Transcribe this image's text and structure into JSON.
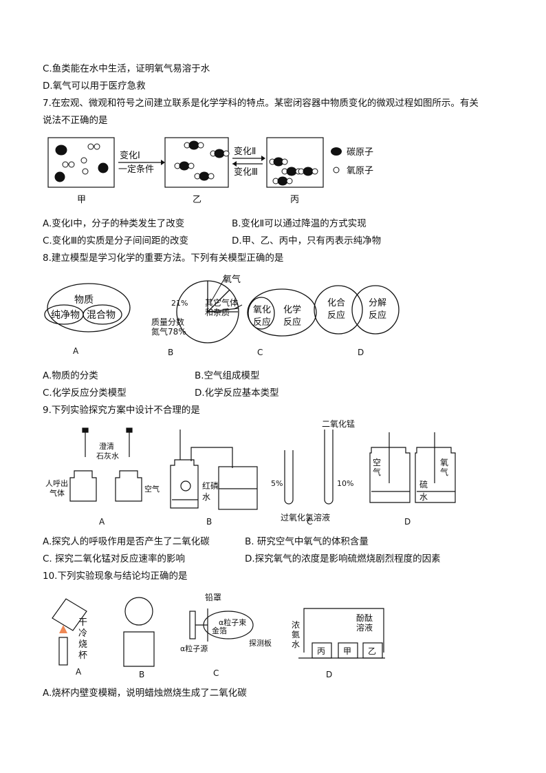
{
  "lines": {
    "l1": "C.鱼类能在水中生活，证明氧气易溶于水",
    "l2": "D.氧气可以用于医疗急救",
    "q7a": "7.在宏观、微观和符号之间建立联系是化学学科的特点。某密闭容器中物质变化的微观过程如图所示。有关",
    "q7b": "说法不正确的是",
    "q7A": "A.变化Ⅰ中，分子的种类发生了改变",
    "q7B": "B.变化Ⅱ可以通过降温的方式实现",
    "q7C": "C.变化Ⅲ的实质是分子间间距的改变",
    "q7D": "D.甲、乙、丙中，只有丙表示纯净物",
    "q8": "8.建立模型是学习化学的重要方法。下列有关模型正确的是",
    "q8A": "A.物质的分类",
    "q8B": "B.空气组成模型",
    "q8C": "C.化学反应分类模型",
    "q8D": "D.化学反应基本类型",
    "q9": "9.下列实验探究方案中设计不合理的是",
    "q9A": "A.探究人的呼吸作用是否产生了二氧化碳",
    "q9B": "B. 研究空气中氧气的体积含量",
    "q9C": "C. 探究二氧化锰对反应速率的影响",
    "q9D": "D.探究氧气的浓度是影响硫燃烧剧烈程度的因素",
    "q10": "10.下列实验现象与结论均正确的是",
    "q10A": "A.烧杯内壁变模糊，说明蜡烛燃烧生成了二氧化碳"
  },
  "fig7": {
    "jia": "甲",
    "yi": "乙",
    "bing": "丙",
    "change1": "变化Ⅰ",
    "cond": "一定条件",
    "change2": "变化Ⅱ",
    "change3": "变化Ⅲ",
    "carbon": "碳原子",
    "oxygen": "氧原子"
  },
  "fig8": {
    "A_outer": "物质",
    "A_pure": "纯净物",
    "A_mix": "混合物",
    "B_o2": "氧气",
    "B_21": "21%",
    "B_other": "其它气体",
    "B_other2": "和杂质",
    "B_mass": "质量分数",
    "B_n2": "氮气78%",
    "C_ox": "氧化",
    "C_ox2": "反应",
    "C_chem": "化学",
    "C_chem2": "反应",
    "D_comb": "化合",
    "D_comb2": "反应",
    "D_dec": "分解",
    "D_dec2": "反应",
    "A": "A",
    "B": "B",
    "C": "C",
    "D": "D"
  },
  "fig9": {
    "limewater": "澄清",
    "limewater2": "石灰水",
    "breath": "人呼出",
    "breath2": "气体",
    "air": "空气",
    "red_p": "红磷",
    "water": "水",
    "mno2": "二氧化锰",
    "p5": "5%",
    "p10": "10%",
    "h2o2": "过氧化氢溶液",
    "airD": "空",
    "airD2": "气",
    "o2D": "氧",
    "o2D2": "气",
    "sulfur": "硫",
    "waterD": "水",
    "A": "A",
    "B": "B",
    "C": "C",
    "D": "D"
  },
  "fig10": {
    "dry": "干",
    "cold": "冷",
    "burn": "烧",
    "cup": "杯",
    "lead": "铅罩",
    "alpha_beam": "α粒子束",
    "gold": "金箔",
    "alpha_src": "α粒子源",
    "detector": "探测板",
    "ammonia": "浓",
    "ammonia2": "氨",
    "ammonia3": "水",
    "phenol": "酚酞",
    "phenol2": "溶液",
    "b_bing": "丙",
    "b_jia": "甲",
    "b_yi": "乙",
    "A": "A",
    "B": "B",
    "C": "C",
    "D": "D"
  }
}
